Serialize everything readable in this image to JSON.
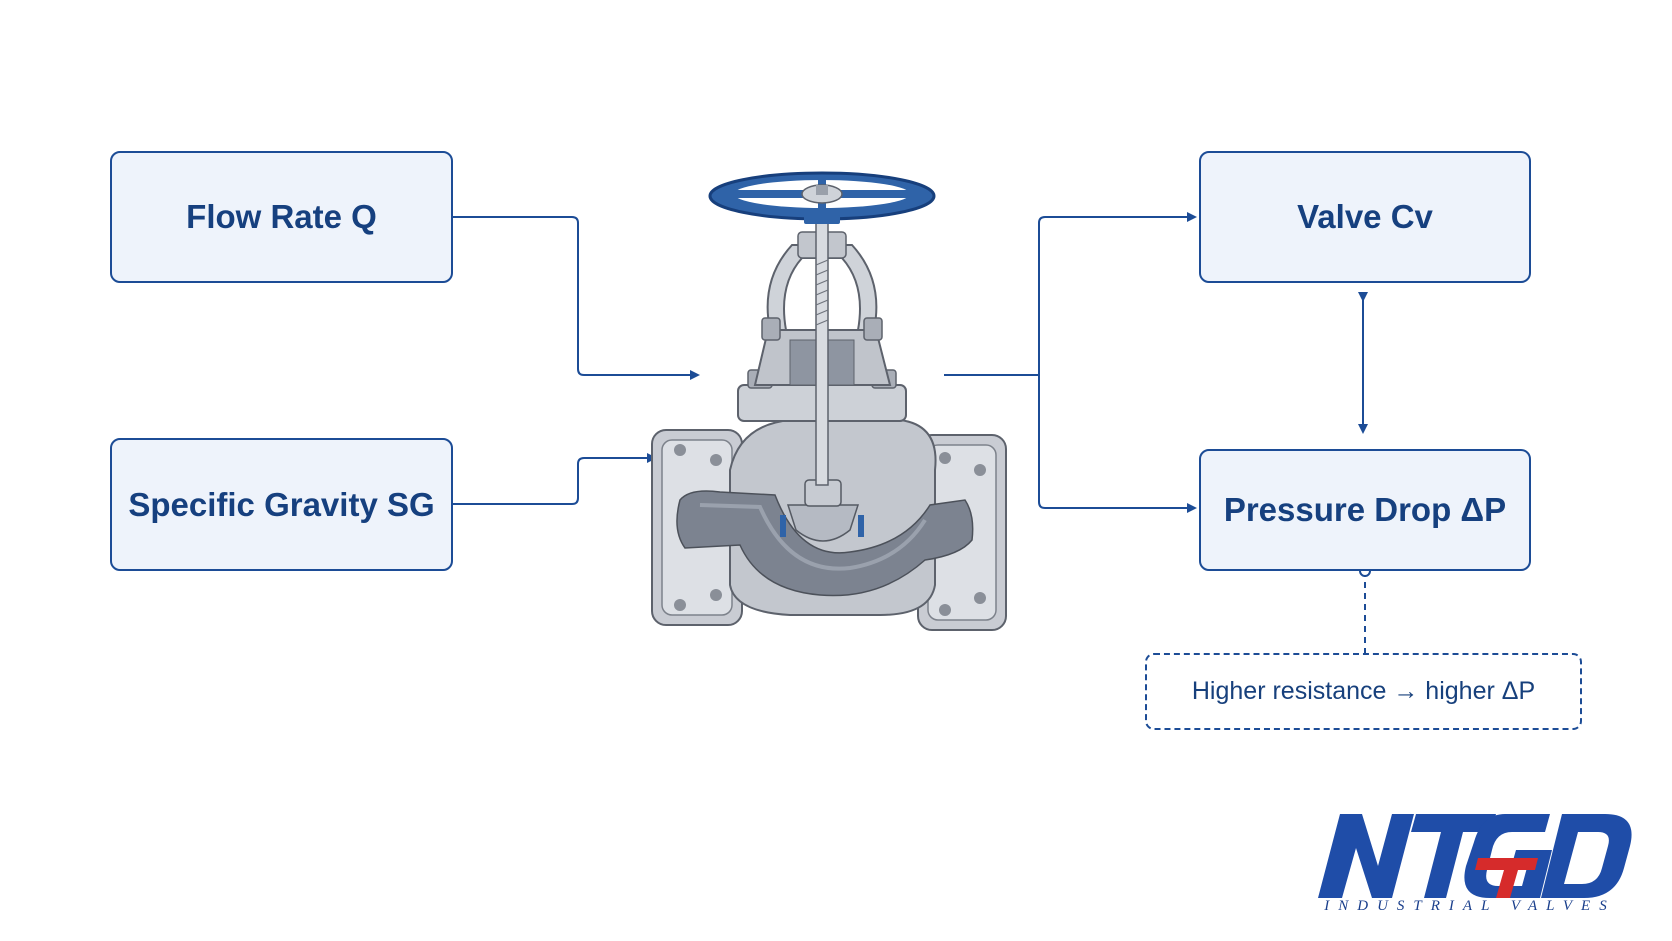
{
  "boxes": {
    "flow_rate": "Flow Rate Q",
    "specific_gravity": "Specific Gravity SG",
    "valve_cv": "Valve Cv",
    "pressure_drop": "Pressure Drop ΔP"
  },
  "note": "Higher resistance → higher ΔP",
  "logo": {
    "main": "NTGD",
    "sub": "INDUSTRIAL VALVES"
  },
  "colors": {
    "border": "#1c4c96",
    "text": "#16407f",
    "box_fill": "#eef3fb",
    "logo_blue": "#1f4da8",
    "logo_red": "#d62b2b",
    "handwheel": "#2f63a8"
  },
  "icons": {
    "center": "globe-valve-illustration"
  }
}
